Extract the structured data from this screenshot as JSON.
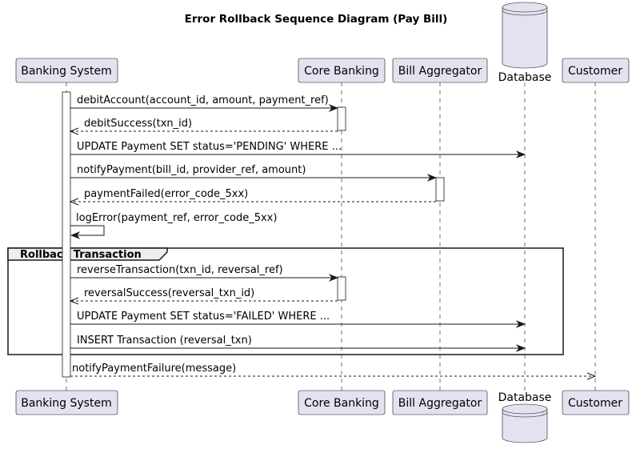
{
  "diagram": {
    "title": "Error Rollback Sequence Diagram (Pay Bill)",
    "colors": {
      "participant_fill": "#E2E2F0",
      "participant_stroke": "#181818",
      "activation_fill": "#ffffff",
      "line": "#181818",
      "lifeline": "#181818",
      "text": "#000000",
      "group_header_fill": "#EEEEEE"
    },
    "participants": [
      {
        "id": "banking",
        "label": "Banking System",
        "shape": "box"
      },
      {
        "id": "core",
        "label": "Core Banking",
        "shape": "box"
      },
      {
        "id": "aggregator",
        "label": "Bill Aggregator",
        "shape": "box"
      },
      {
        "id": "database",
        "label": "Database",
        "shape": "database"
      },
      {
        "id": "customer",
        "label": "Customer",
        "shape": "box"
      }
    ],
    "messages": [
      {
        "from": "banking",
        "to": "core",
        "label": "debitAccount(account_id, amount, payment_ref)",
        "style": "solid"
      },
      {
        "from": "core",
        "to": "banking",
        "label": "debitSuccess(txn_id)",
        "style": "dashed"
      },
      {
        "from": "banking",
        "to": "database",
        "label": "UPDATE Payment SET status='PENDING' WHERE ...",
        "style": "solid"
      },
      {
        "from": "banking",
        "to": "aggregator",
        "label": "notifyPayment(bill_id, provider_ref, amount)",
        "style": "solid"
      },
      {
        "from": "aggregator",
        "to": "banking",
        "label": "paymentFailed(error_code_5xx)",
        "style": "dashed"
      },
      {
        "from": "banking",
        "to": "banking",
        "label": "logError(payment_ref, error_code_5xx)",
        "style": "solid"
      },
      {
        "from": "banking",
        "to": "core",
        "label": "reverseTransaction(txn_id, reversal_ref)",
        "style": "solid"
      },
      {
        "from": "core",
        "to": "banking",
        "label": "reversalSuccess(reversal_txn_id)",
        "style": "dashed"
      },
      {
        "from": "banking",
        "to": "database",
        "label": "UPDATE Payment SET status='FAILED' WHERE ...",
        "style": "solid"
      },
      {
        "from": "banking",
        "to": "database",
        "label": "INSERT Transaction (reversal_txn)",
        "style": "solid"
      },
      {
        "from": "banking",
        "to": "customer",
        "label": "notifyPaymentFailure(message)",
        "style": "dashed"
      }
    ],
    "group": {
      "label": "Rollback Transaction",
      "first_message": 6,
      "last_message": 9
    }
  }
}
